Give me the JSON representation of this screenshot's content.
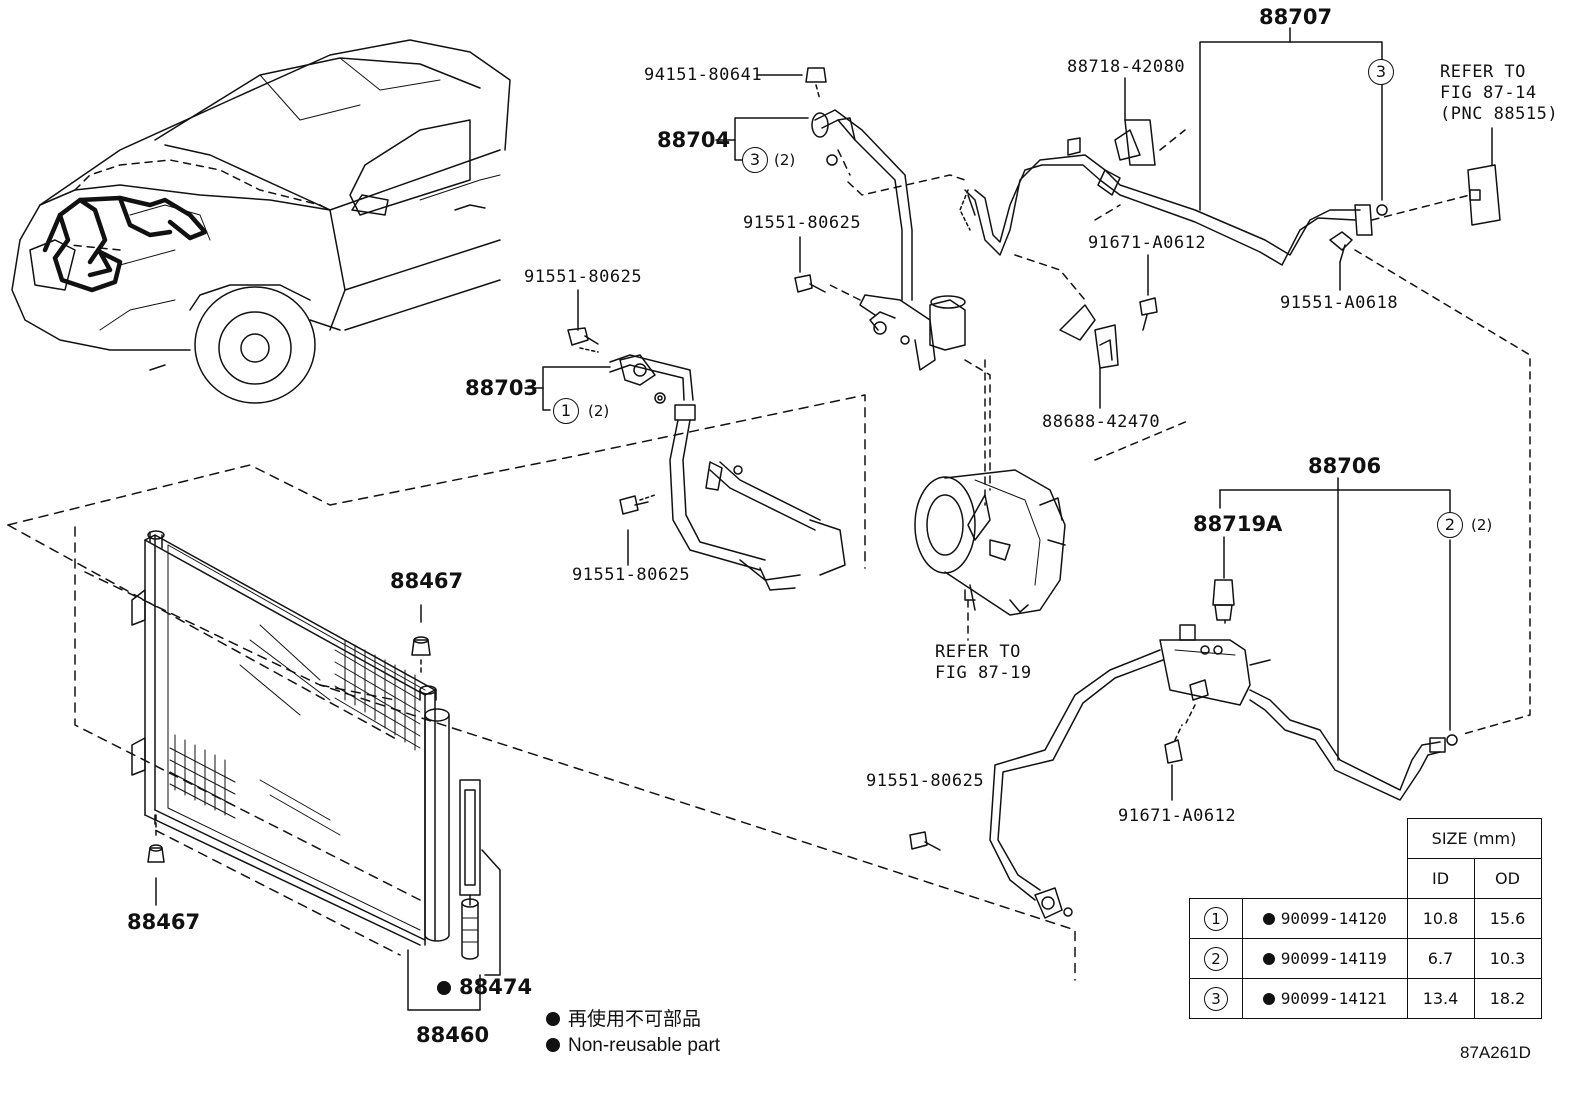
{
  "labels": {
    "p94151": "94151-80641",
    "p88704": "88704",
    "p91551a": "91551-80625",
    "p91551b": "91551-80625",
    "p88703": "88703",
    "p91551c": "91551-80625",
    "p88707": "88707",
    "p88718": "88718-42080",
    "p91671a": "91671-A0612",
    "p91551d": "91551-A0618",
    "p88688": "88688-42470",
    "p88706": "88706",
    "p88719": "88719A",
    "p91671b": "91671-A0612",
    "p91551e": "91551-80625",
    "p88467a": "88467",
    "p88467b": "88467",
    "p88474": "88474",
    "p88460": "88460",
    "fig_id": "87A261D"
  },
  "circles": {
    "c3a": "3",
    "c1": "1",
    "c3b": "3",
    "c2": "2"
  },
  "quantities": {
    "q704": "(2)",
    "q703": "(2)",
    "q706": "(2)"
  },
  "notes": {
    "refer1": [
      "REFER TO",
      "FIG 87-14",
      "(PNC 88515)"
    ],
    "refer2": [
      "REFER TO",
      "FIG 87-19"
    ]
  },
  "legend": {
    "cn": "再使用不可部品",
    "en": "Non-reusable part"
  },
  "size_table": {
    "title": "SIZE (mm)",
    "col_id": "ID",
    "col_od": "OD",
    "rows": [
      {
        "num": "1",
        "part": "90099-14120",
        "id": "10.8",
        "od": "15.6"
      },
      {
        "num": "2",
        "part": "90099-14119",
        "id": "6.7",
        "od": "10.3"
      },
      {
        "num": "3",
        "part": "90099-14121",
        "id": "13.4",
        "od": "18.2"
      }
    ]
  }
}
